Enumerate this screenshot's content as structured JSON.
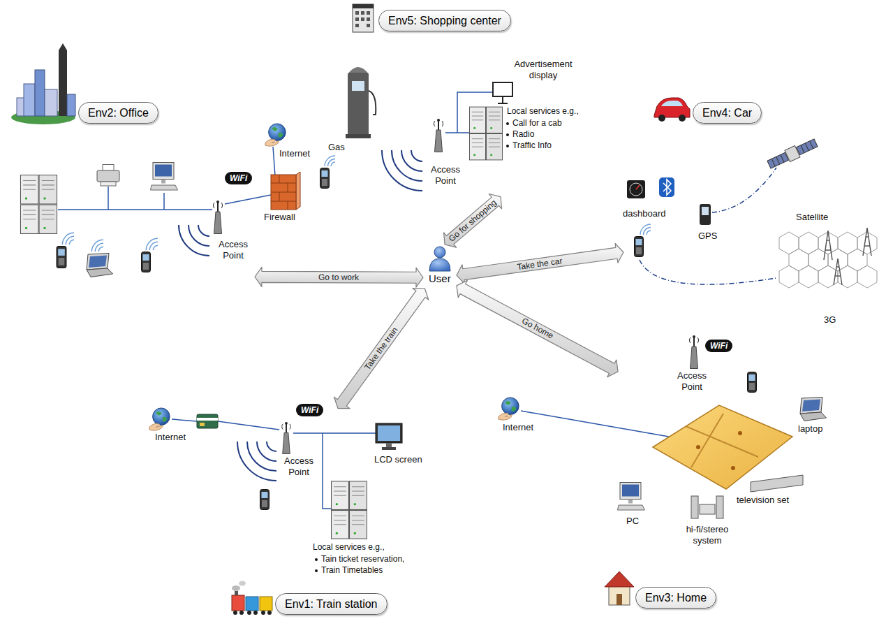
{
  "diagram": {
    "nodes": [
      {
        "text": [
          "Env5: Shopping center",
          "Advertisement display",
          "Gas",
          "Access Point",
          "Local services e.g.,",
          "Call for a cab",
          "Radio",
          "Traffic Info"
        ]
      },
      {
        "text": [
          "Env2: Office",
          "Firewall",
          "Access Point"
        ]
      },
      {
        "text": [
          "Env4: Car",
          "dashboard",
          "GPS"
        ]
      },
      {
        "text": [
          "User"
        ]
      },
      {
        "text": [
          "Env1: Train station",
          "Access Point",
          "LCD screen",
          "Local services e.g.,",
          "Tain ticket reservation,",
          "Train Timetables"
        ]
      },
      {
        "text": [
          "Env3: Home",
          "Access Point",
          "laptop",
          "PC",
          "hi-fi/stereo system",
          "television set"
        ]
      }
    ],
    "edges": [
      {
        "from": 3,
        "to": 1,
        "arrow": "both",
        "label": "Go to work"
      },
      {
        "from": 3,
        "to": 0,
        "arrow": "both",
        "label": "Go for shopping"
      },
      {
        "from": 3,
        "to": 2,
        "arrow": "both",
        "label": "Take the car"
      },
      {
        "from": 3,
        "to": 5,
        "arrow": "both",
        "label": "Go home"
      },
      {
        "from": 3,
        "to": 4,
        "arrow": "both",
        "label": "Take the train"
      }
    ],
    "labels": [
      "Internet",
      "WiFi",
      "Satellite",
      "3G",
      "WiFi",
      "Internet",
      "Internet",
      "WiFi"
    ]
  }
}
